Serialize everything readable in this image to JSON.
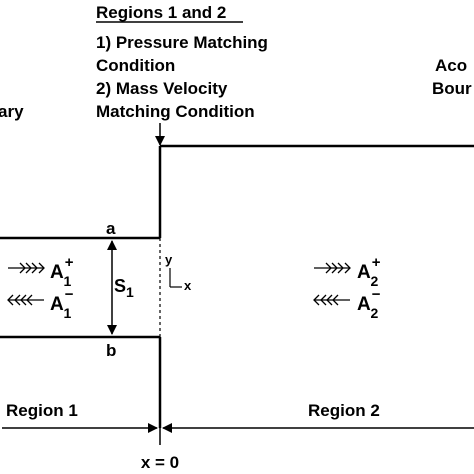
{
  "header": {
    "title": "Regions 1 and 2",
    "line1": "1) Pressure Matching",
    "line2": "Condition",
    "line3": "2) Mass Velocity",
    "line4": "Matching Condition"
  },
  "left_fragment": "ary",
  "right_fragment_1": "Aco",
  "right_fragment_2": "Bour",
  "points": {
    "a": "a",
    "b": "b"
  },
  "area_label": {
    "base": "S",
    "sub": "1"
  },
  "axes": {
    "y": "y",
    "x": "x"
  },
  "waves": {
    "a1_plus": {
      "base": "A",
      "sub": "1",
      "sup": "+"
    },
    "a1_minus": {
      "base": "A",
      "sub": "1",
      "sup": "−"
    },
    "a2_plus": {
      "base": "A",
      "sub": "2",
      "sup": "+"
    },
    "a2_minus": {
      "base": "A",
      "sub": "2",
      "sup": "−"
    }
  },
  "regions": {
    "region1": "Region 1",
    "region2": "Region 2"
  },
  "origin_label": "x = 0"
}
